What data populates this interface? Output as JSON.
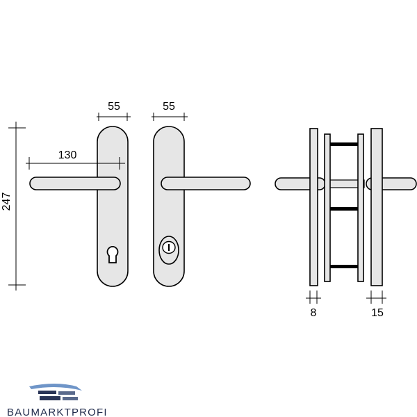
{
  "dimensions": {
    "plate_width_left": "55",
    "plate_width_right": "55",
    "lever_length": "130",
    "plate_height": "247",
    "inner_plate_thickness": "8",
    "outer_plate_thickness": "15"
  },
  "logo": {
    "text": "BAUMARKTPROFI",
    "accent_color": "#6f95c8",
    "dark_color": "#2a3557"
  },
  "colors": {
    "fill": "#e6e6e6",
    "stroke": "#000000"
  }
}
